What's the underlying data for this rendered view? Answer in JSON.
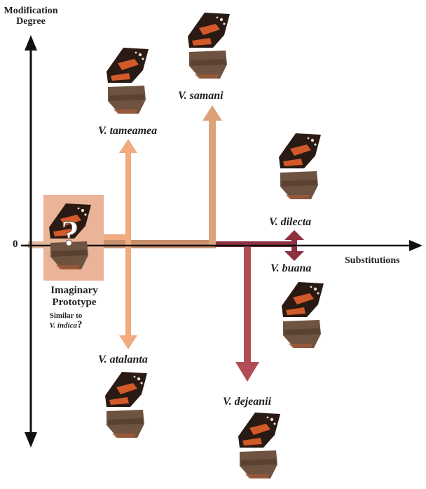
{
  "axes": {
    "y_title_line1": "Modification",
    "y_title_line2": "Degree",
    "x_title": "Substitutions",
    "origin_label": "0"
  },
  "prototype": {
    "mark": "?",
    "line1": "Imaginary",
    "line2": "Prototype",
    "note_line1": "Similar to",
    "note_line2": "V. indica",
    "note_mark": "?"
  },
  "species": {
    "tameamea": "V. tameamea",
    "samani": "V. samani",
    "dilecta": "V. dilecta",
    "buana": "V. buana",
    "atalanta": "V. atalanta",
    "dejeanii": "V. dejeanii"
  },
  "colors": {
    "axis": "#111111",
    "trunk": "#c8916e",
    "atalanta_tameamea_branch": "#f0ab80",
    "samani_branch": "#dca27c",
    "dejeanii_branch": "#b14d55",
    "dilecta_buana_branch": "#8d3141",
    "prototype_box": "#e9b497",
    "forewing": "#2a1a14",
    "hindwing": "#6e5340",
    "band": "#d25a2a"
  }
}
